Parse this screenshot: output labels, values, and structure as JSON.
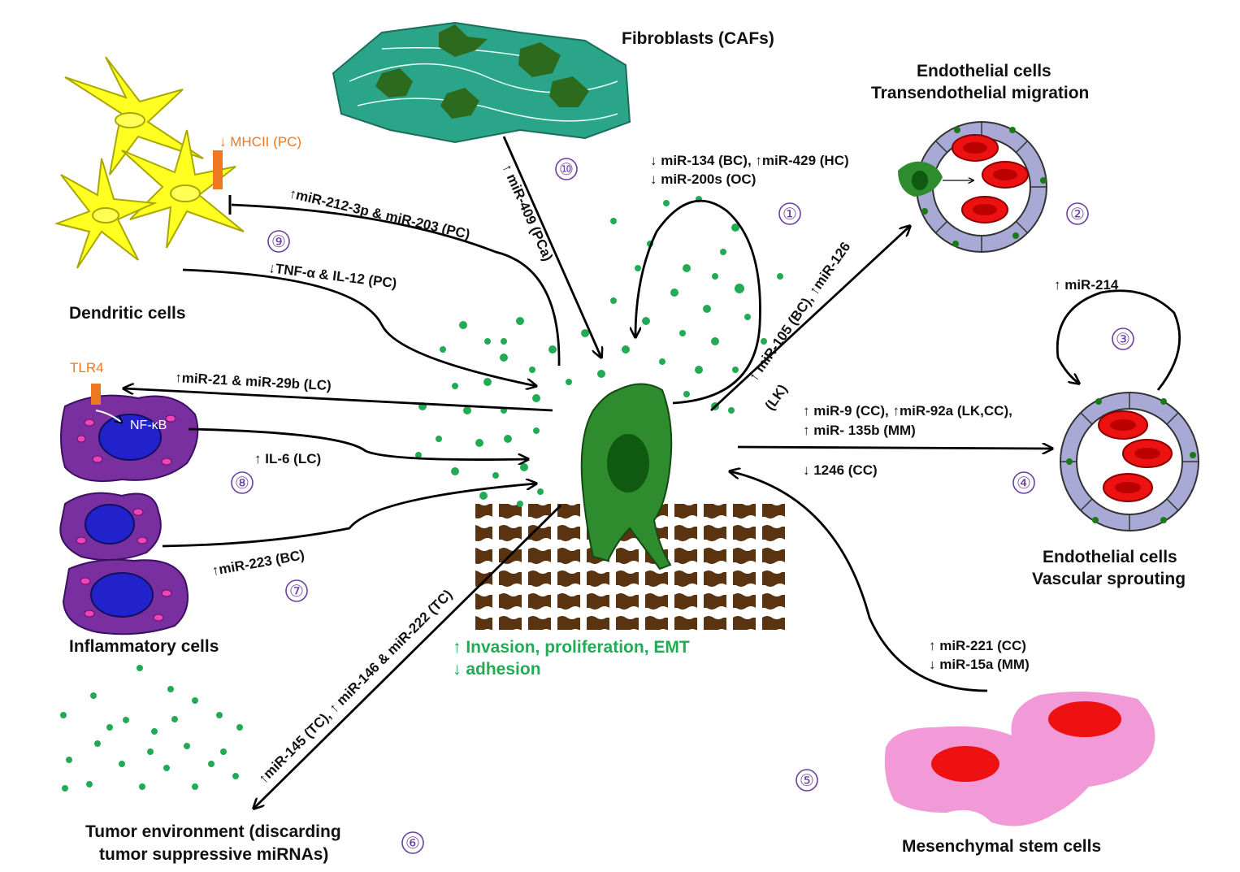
{
  "labels": {
    "fibroblasts": "Fibroblasts (CAFs)",
    "endothelial_top_1": "Endothelial cells",
    "endothelial_top_2": "Transendothelial migration",
    "endothelial_bottom_1": "Endothelial cells",
    "endothelial_bottom_2": "Vascular sprouting",
    "dendritic": "Dendritic cells",
    "inflammatory": "Inflammatory cells",
    "tumor_env_1": "Tumor environment (discarding",
    "tumor_env_2": "tumor suppressive miRNAs)",
    "msc": "Mesenchymal stem cells",
    "mhcii": "↓ MHCII (PC)",
    "tlr4": "TLR4",
    "nfkb": "NF-κB",
    "outcome_1": "↑ Invasion, proliferation, EMT",
    "outcome_2": "↓ adhesion"
  },
  "annotations": {
    "self_1": "↓ miR-134 (BC),  ↑miR-429 (HC)",
    "self_2": "↓ miR-200s  (OC)",
    "fibro": "↑ miR-409  (PCa)",
    "migration_1": "↑ miR-105 (BC), ↑miR-126",
    "migration_2": "(LK)",
    "sprout_self": "↑ miR-214",
    "sprout_1": "↑  miR-9 (CC), ↑miR-92a (LK,CC),",
    "sprout_2": "↑ miR- 135b (MM)",
    "sprout_3": "↓ 1246 (CC)",
    "msc_1": "↑ miR-221 (CC)",
    "msc_2": "↓ miR-15a  (MM)",
    "dc_1": "↑miR-212-3p  & miR-203 (PC)",
    "dc_2": "↓TNF-α  & IL-12 (PC)",
    "infl_1": "↑miR-21 & miR-29b (LC)",
    "infl_2": "↑ IL-6 (LC)",
    "infl_3": "↑miR-223 (BC)",
    "tumor_env": "↑miR-145 (TC), ↑ miR-146 & miR-222 (TC)"
  },
  "numbers": {
    "n1": "①",
    "n2": "②",
    "n3": "③",
    "n4": "④",
    "n5": "⑤",
    "n6": "⑥",
    "n7": "⑦",
    "n8": "⑧",
    "n9": "⑨",
    "n10": "⑩"
  },
  "colors": {
    "tumor_cell": "#2e8b2e",
    "exosome": "#22aa55",
    "fibroblast": "#2aa58a",
    "dendritic": "#ffff22",
    "inflammatory": "#7a2fa0",
    "msc": "#f29ad8",
    "rbc": "#ee1111",
    "vessel": "#a9a9d6",
    "matrix": "#5a3310",
    "number_marker": "#6a3fa0",
    "accent_orange": "#ee7722"
  }
}
